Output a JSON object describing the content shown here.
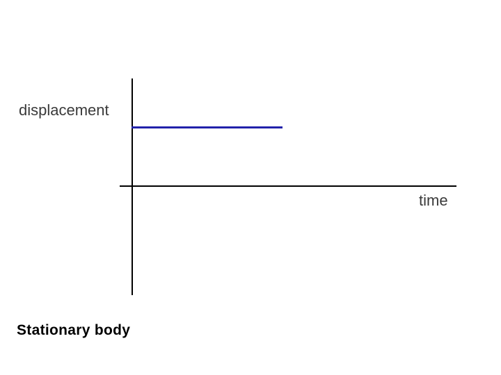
{
  "slide": {
    "caption": "Stationary body",
    "background_color": "#ffffff"
  },
  "chart_data": {
    "type": "line",
    "title": "",
    "subtitle": "",
    "xlabel": "time",
    "ylabel": "displacement",
    "annotations": [
      "Stationary body"
    ],
    "grid": false,
    "legend": null,
    "axis_color": "#000000",
    "series": [
      {
        "name": "displacement",
        "color": "#2222aa",
        "x": [
          0,
          1
        ],
        "values": [
          1,
          1
        ],
        "description": "constant non-zero displacement, horizontal line"
      }
    ],
    "xlim": [
      0,
      2.2
    ],
    "ylim": [
      -2.1,
      2.1
    ],
    "x_ticks": [],
    "y_ticks": []
  }
}
